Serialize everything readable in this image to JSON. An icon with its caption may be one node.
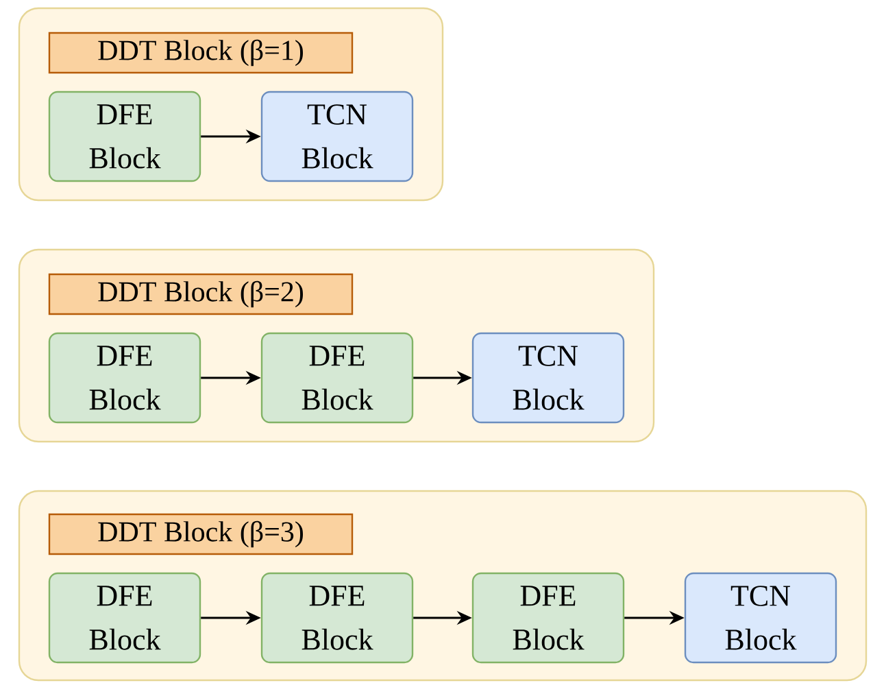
{
  "diagram": {
    "nodes": [
      {
        "text": [],
        "shape": "box"
      },
      {
        "text": [
          "DDT Block (β=1)"
        ],
        "in": 0
      },
      {
        "text": [
          "DFE Block"
        ],
        "in": 0
      },
      {
        "text": [
          "TCN Block"
        ],
        "in": 0
      },
      {
        "text": [],
        "shape": "box"
      },
      {
        "text": [
          "DDT Block (β=2)"
        ],
        "in": 4
      },
      {
        "text": [
          "DFE Block"
        ],
        "in": 4
      },
      {
        "text": [
          "DFE Block"
        ],
        "in": 4
      },
      {
        "text": [
          "TCN Block"
        ],
        "in": 4
      },
      {
        "text": [],
        "shape": "box"
      },
      {
        "text": [
          "DDT Block (β=3)"
        ],
        "in": 9
      },
      {
        "text": [
          "DFE Block"
        ],
        "in": 9
      },
      {
        "text": [
          "DFE Block"
        ],
        "in": 9
      },
      {
        "text": [
          "DFE Block"
        ],
        "in": 9
      },
      {
        "text": [
          "TCN Block"
        ],
        "in": 9
      }
    ],
    "edges": [
      {
        "from": 2,
        "to": 3,
        "arrow": "to"
      },
      {
        "from": 6,
        "to": 7,
        "arrow": "to"
      },
      {
        "from": 7,
        "to": 8,
        "arrow": "to"
      },
      {
        "from": 11,
        "to": 12,
        "arrow": "to"
      },
      {
        "from": 12,
        "to": 13,
        "arrow": "to"
      },
      {
        "from": 13,
        "to": 14,
        "arrow": "to"
      }
    ]
  }
}
